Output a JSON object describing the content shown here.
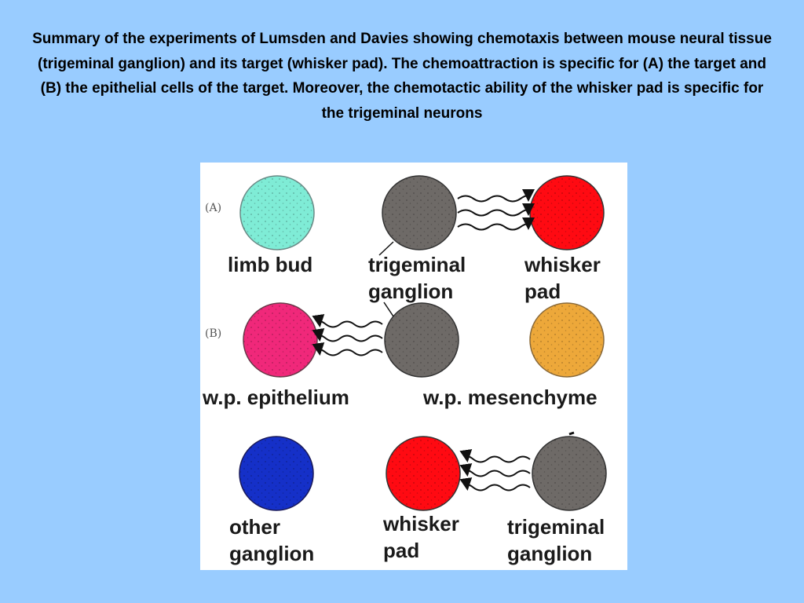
{
  "caption": "Summary of the experiments of Lumsden and Davies showing chemotaxis between mouse neural tissue (trigeminal ganglion) and its target (whisker pad). The chemoattraction is specific for (A) the target and (B) the epithelial cells of the target. Moreover, the chemotactic ability of the whisker pad is specific for the trigeminal neurons",
  "figure": {
    "panel_a": "(A)",
    "panel_b": "(B)",
    "labels": {
      "limb_bud": "limb bud",
      "trigeminal_ganglion_1_l1": "trigeminal",
      "trigeminal_ganglion_1_l2": "ganglion",
      "whisker_pad_1_l1": "whisker",
      "whisker_pad_1_l2": "pad",
      "wp_epithelium": "w.p. epithelium",
      "wp_mesenchyme": "w.p. mesenchyme",
      "other_ganglion_l1": "other",
      "other_ganglion_l2": "ganglion",
      "whisker_pad_2_l1": "whisker",
      "whisker_pad_2_l2": "pad",
      "trigeminal_ganglion_2_l1": "trigeminal",
      "trigeminal_ganglion_2_l2": "ganglion"
    },
    "colors": {
      "limb_bud": "#7fecd6",
      "trigeminal_ganglion": "#6e6a67",
      "whisker_pad": "#ff0a12",
      "wp_epithelium": "#f0287a",
      "wp_mesenchyme": "#eda83a",
      "other_ganglion": "#1530c8"
    }
  }
}
